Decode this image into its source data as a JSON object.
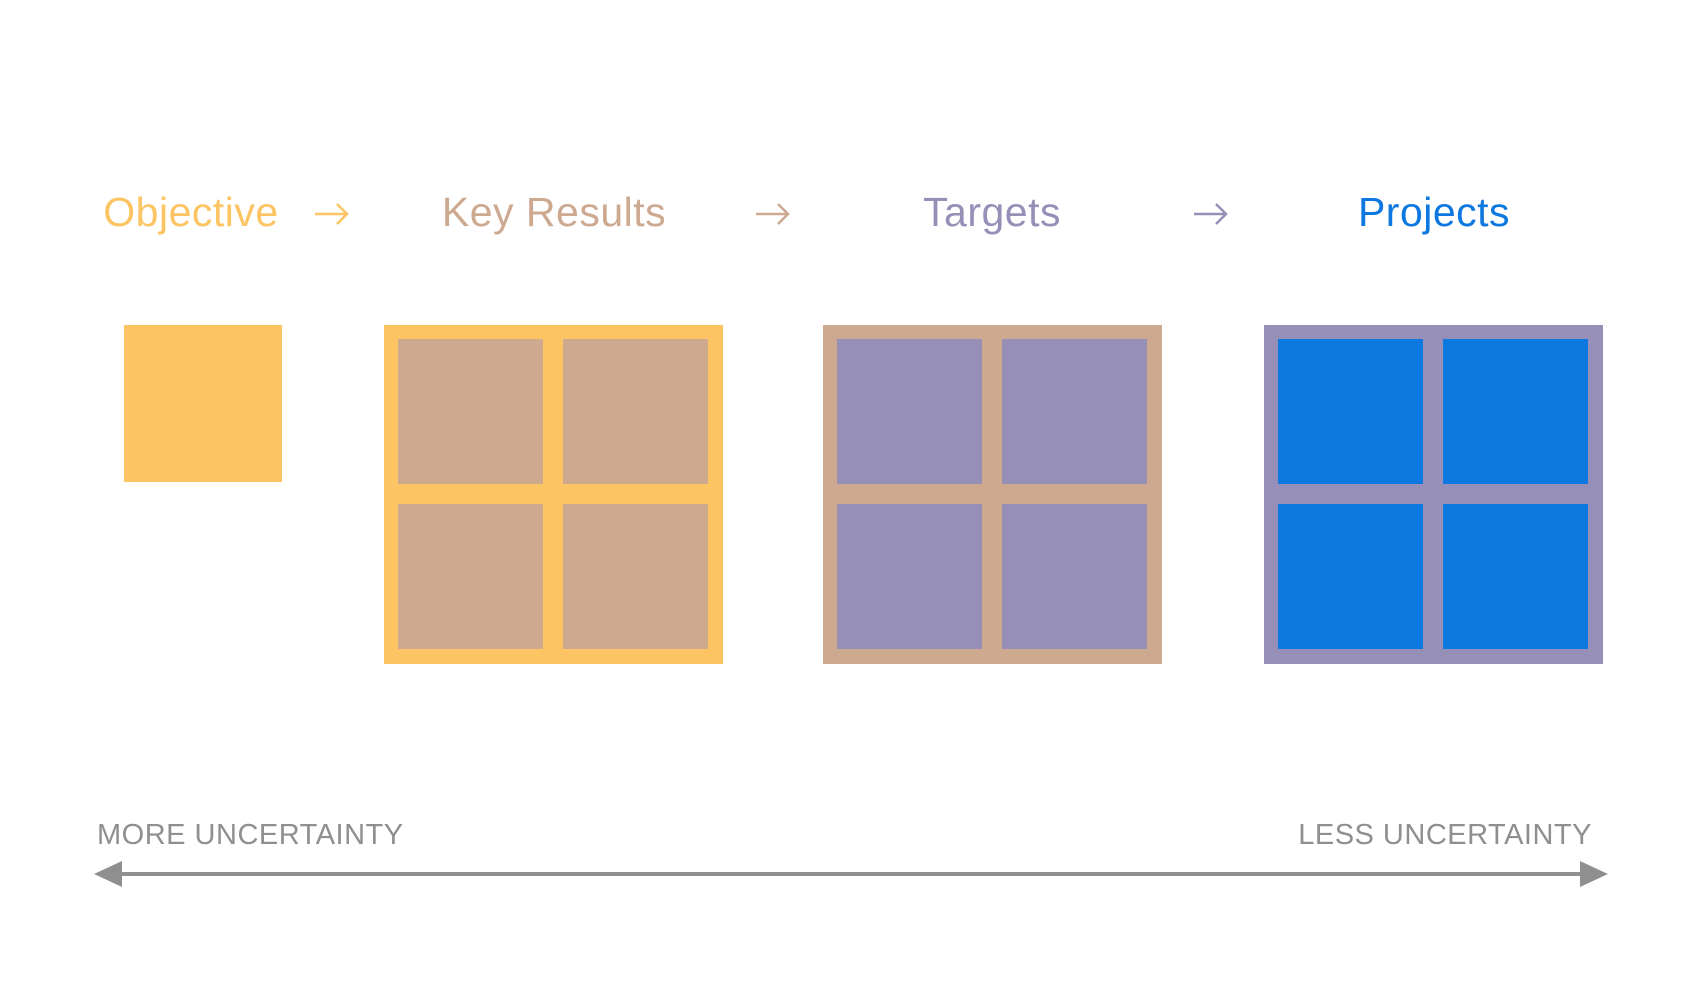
{
  "stages": [
    {
      "label": "Objective",
      "color": "#fcc463"
    },
    {
      "label": "Key Results",
      "color": "#cda990"
    },
    {
      "label": "Targets",
      "color": "#9690b8"
    },
    {
      "label": "Projects",
      "color": "#0c78e0"
    }
  ],
  "arrow_glyph": "→",
  "axis": {
    "left_label": "MORE UNCERTAINTY",
    "right_label": "LESS UNCERTAINTY",
    "color": "#8f8f8f"
  }
}
